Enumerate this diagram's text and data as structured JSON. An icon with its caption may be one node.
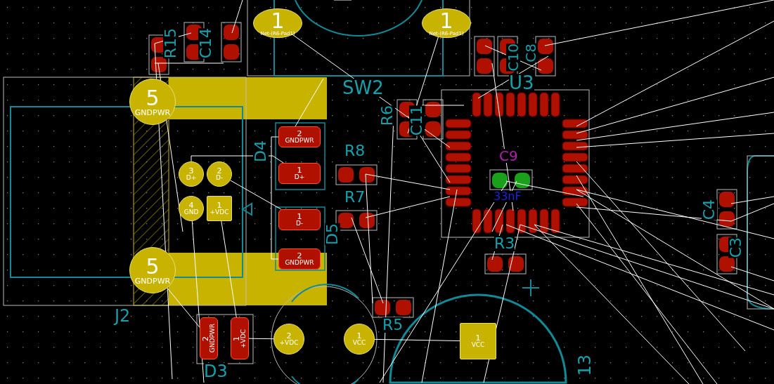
{
  "diagram": {
    "nodes": [
      {
        "text": [
          "1",
          "Net-(R6-Pad1)"
        ]
      },
      {
        "text": [
          "1",
          "Net-(R6-Pad1)"
        ]
      },
      {
        "text": [
          "5",
          "GNDPWR"
        ]
      },
      {
        "text": [
          "2",
          "GNDPWR"
        ]
      },
      {
        "text": [
          "3",
          "D+"
        ]
      },
      {
        "text": [
          "2",
          "D-"
        ]
      },
      {
        "text": [
          "1",
          "D+"
        ]
      },
      {
        "text": [
          "4",
          "GND"
        ]
      },
      {
        "text": [
          "1",
          "+VDC"
        ]
      },
      {
        "text": [
          "1",
          "D-"
        ]
      },
      {
        "text": [
          "2",
          "GNDPWR"
        ]
      },
      {
        "text": [
          "5",
          "GNDPWR"
        ]
      },
      {
        "text": [
          "2",
          "GNDPWR"
        ]
      },
      {
        "text": [
          "1",
          "+VDC"
        ]
      },
      {
        "text": [
          "2",
          "+VDC"
        ]
      },
      {
        "text": [
          "1",
          "VCC"
        ]
      },
      {
        "text": [
          "1",
          "VCC"
        ]
      }
    ],
    "edges": [
      {
        "from": 4,
        "to": 6,
        "arrow": "none"
      },
      {
        "from": 5,
        "to": 9,
        "arrow": "none"
      },
      {
        "from": 3,
        "to": 10,
        "arrow": "none"
      },
      {
        "from": 11,
        "to": 12,
        "arrow": "none"
      },
      {
        "from": 8,
        "to": 13,
        "arrow": "none"
      },
      {
        "from": 13,
        "to": 14,
        "arrow": "none"
      },
      {
        "from": 15,
        "to": 16,
        "arrow": "none"
      }
    ],
    "labels": [
      "R15",
      "C14",
      "C10",
      "C8",
      "SW2",
      "U3",
      "R6",
      "C11",
      "C9",
      "D4",
      "R8",
      "R7",
      "33nF",
      "C4",
      "D5",
      "R3",
      "C3",
      "J2",
      "R5",
      "D3",
      "13"
    ]
  }
}
